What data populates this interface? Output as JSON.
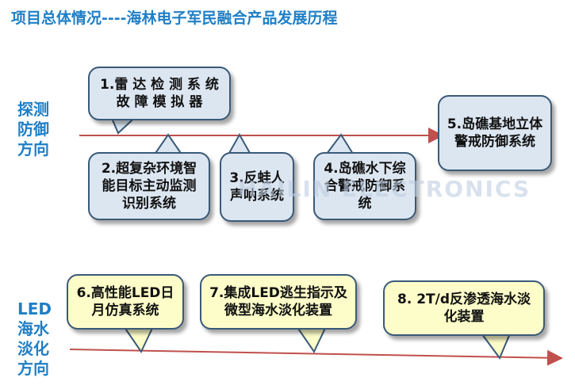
{
  "title": "项目总体情况----海林电子军民融合产品发展历程",
  "tracks": {
    "detection": {
      "label": "探测防御方向"
    },
    "led": {
      "label": "LED海水淡化方向"
    }
  },
  "boxes": {
    "b1": "1.雷 达 检 测 系 统 故 障 模 拟 器",
    "b2": "2.超复杂环境智能目标主动监测识别系统",
    "b3": "3.反蛙人声呐系统",
    "b4": "4.岛礁水下综合警戒防御系统",
    "b5": "5.岛礁基地立体警戒防御系统",
    "b6": "6.高性能LED日月仿真系统",
    "b7": "7.集成LED逃生指示及微型海水淡化装置",
    "b8": "8. 2T/d反渗透海水淡化装置"
  },
  "watermark": "HAILIN ELECTRONICS",
  "colors": {
    "title": "#1f7fc6",
    "arrow": "#c0504d",
    "box_blue": "#dce6f1",
    "box_yellow": "#fdfdc9",
    "box_border": "#3a5a78"
  }
}
